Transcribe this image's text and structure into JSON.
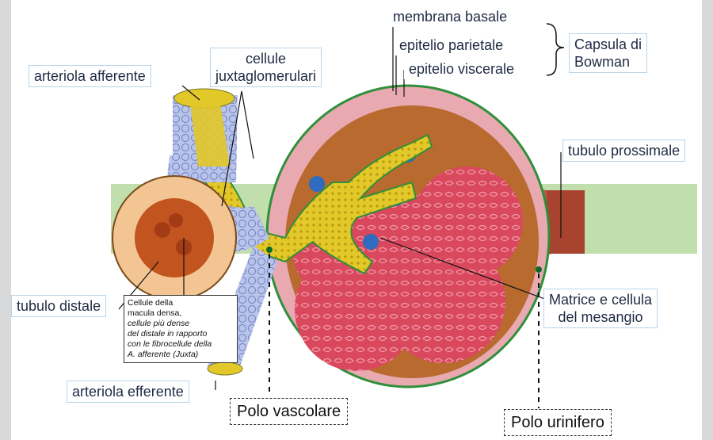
{
  "labels": {
    "membrana_basale": "membrana basale",
    "epitelio_parietale": "epitelio parietale",
    "epitelio_viscerale": "epitelio viscerale",
    "capsula_di_bowman": [
      "Capsula di",
      "Bowman"
    ],
    "cellule_juxtaglomerulari": [
      "cellule",
      "juxtaglomerulari"
    ],
    "arteriola_afferente": "arteriola afferente",
    "tubulo_prossimale": "tubulo prossimale",
    "tubulo_distale": "tubulo distale",
    "matrice_mesangio": [
      "Matrice e cellula",
      "del mesangio"
    ],
    "arteriola_efferente": "arteriola efferente",
    "polo_vascolare": "Polo vascolare",
    "polo_urinifero": "Polo urinifero"
  },
  "macula_densa_note": {
    "line1": "Cellule della",
    "line2": "macula densa,",
    "italic": [
      "cellule più dense",
      "del distale in rapporto",
      "con le fibrocellule della",
      "A. afferente (Juxta)"
    ]
  },
  "colors": {
    "capsule_wall": "#e8a9b0",
    "glomerulus": "#d9485d",
    "capsular_space": "#b86a2f",
    "arteriole": "#e2c828",
    "vessel_wall": "#9fb0e0",
    "mesangium": "#2f6bbf",
    "outline_green": "#2f8f3a"
  }
}
